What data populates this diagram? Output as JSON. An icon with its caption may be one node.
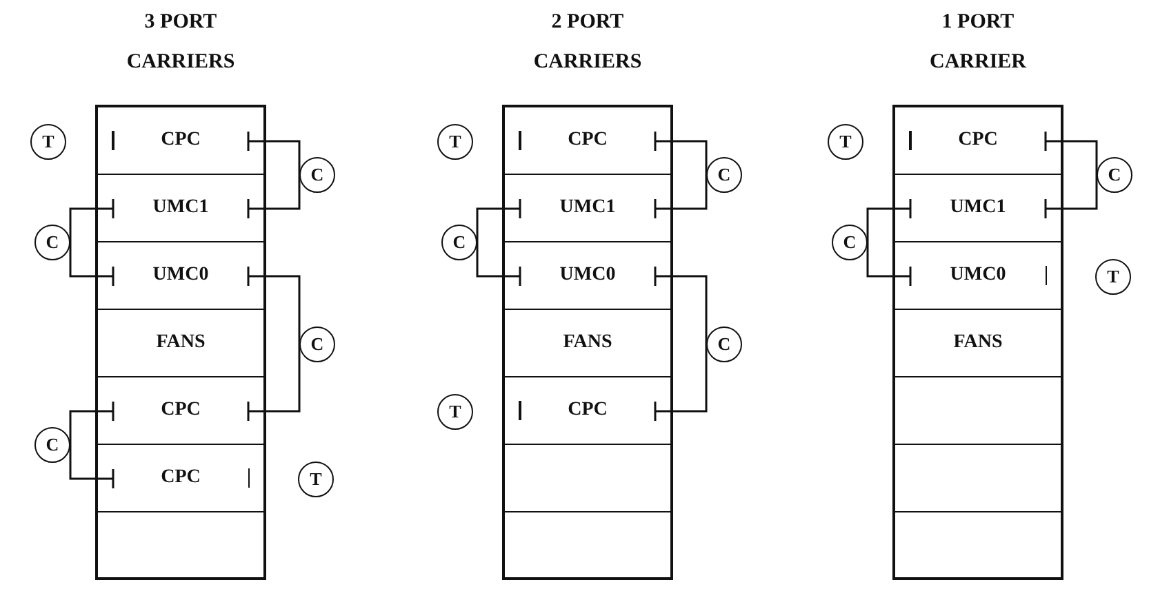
{
  "diagram": {
    "nodes": [
      {
        "text": [
          "3 PORT CARRIERS"
        ]
      },
      {
        "text": [
          "CPC"
        ],
        "in": 0
      },
      {
        "text": [
          "UMC1"
        ],
        "in": 0
      },
      {
        "text": [
          "UMC0"
        ],
        "in": 0
      },
      {
        "text": [
          "FANS"
        ],
        "in": 0
      },
      {
        "text": [
          "CPC"
        ],
        "in": 0
      },
      {
        "text": [
          "CPC"
        ],
        "in": 0
      },
      {
        "text": [],
        "shape": "box",
        "in": 0
      },
      {
        "text": [
          "T"
        ]
      },
      {
        "text": [
          "C"
        ]
      },
      {
        "text": [
          "C"
        ]
      },
      {
        "text": [
          "C"
        ]
      },
      {
        "text": [
          "C"
        ]
      },
      {
        "text": [
          "T"
        ]
      },
      {
        "text": [
          "2 PORT CARRIERS"
        ]
      },
      {
        "text": [
          "CPC"
        ],
        "in": 14
      },
      {
        "text": [
          "UMC1"
        ],
        "in": 14
      },
      {
        "text": [
          "UMC0"
        ],
        "in": 14
      },
      {
        "text": [
          "FANS"
        ],
        "in": 14
      },
      {
        "text": [
          "CPC"
        ],
        "in": 14
      },
      {
        "text": [],
        "shape": "box",
        "in": 14
      },
      {
        "text": [],
        "shape": "box",
        "in": 14
      },
      {
        "text": [
          "T"
        ]
      },
      {
        "text": [
          "C"
        ]
      },
      {
        "text": [
          "C"
        ]
      },
      {
        "text": [
          "C"
        ]
      },
      {
        "text": [
          "T"
        ]
      },
      {
        "text": [
          "1 PORT CARRIER"
        ]
      },
      {
        "text": [
          "CPC"
        ],
        "in": 27
      },
      {
        "text": [
          "UMC1"
        ],
        "in": 27
      },
      {
        "text": [
          "UMC0"
        ],
        "in": 27
      },
      {
        "text": [
          "FANS"
        ],
        "in": 27
      },
      {
        "text": [],
        "shape": "box",
        "in": 27
      },
      {
        "text": [],
        "shape": "box",
        "in": 27
      },
      {
        "text": [],
        "shape": "box",
        "in": 27
      },
      {
        "text": [
          "T"
        ]
      },
      {
        "text": [
          "C"
        ]
      },
      {
        "text": [
          "C"
        ]
      },
      {
        "text": [
          "T"
        ]
      }
    ],
    "edges": [
      {
        "from": 9,
        "to": 1,
        "arrow": "other"
      },
      {
        "from": 9,
        "to": 2,
        "arrow": "other"
      },
      {
        "from": 10,
        "to": 2,
        "arrow": "other"
      },
      {
        "from": 10,
        "to": 3,
        "arrow": "other"
      },
      {
        "from": 11,
        "to": 3,
        "arrow": "other"
      },
      {
        "from": 11,
        "to": 5,
        "arrow": "other"
      },
      {
        "from": 12,
        "to": 5,
        "arrow": "other"
      },
      {
        "from": 12,
        "to": 6,
        "arrow": "other"
      },
      {
        "from": 23,
        "to": 15,
        "arrow": "other"
      },
      {
        "from": 23,
        "to": 16,
        "arrow": "other"
      },
      {
        "from": 24,
        "to": 16,
        "arrow": "other"
      },
      {
        "from": 24,
        "to": 17,
        "arrow": "other"
      },
      {
        "from": 25,
        "to": 17,
        "arrow": "other"
      },
      {
        "from": 25,
        "to": 19,
        "arrow": "other"
      },
      {
        "from": 36,
        "to": 28,
        "arrow": "other"
      },
      {
        "from": 36,
        "to": 29,
        "arrow": "other"
      },
      {
        "from": 37,
        "to": 29,
        "arrow": "other"
      },
      {
        "from": 37,
        "to": 30,
        "arrow": "other"
      }
    ]
  }
}
